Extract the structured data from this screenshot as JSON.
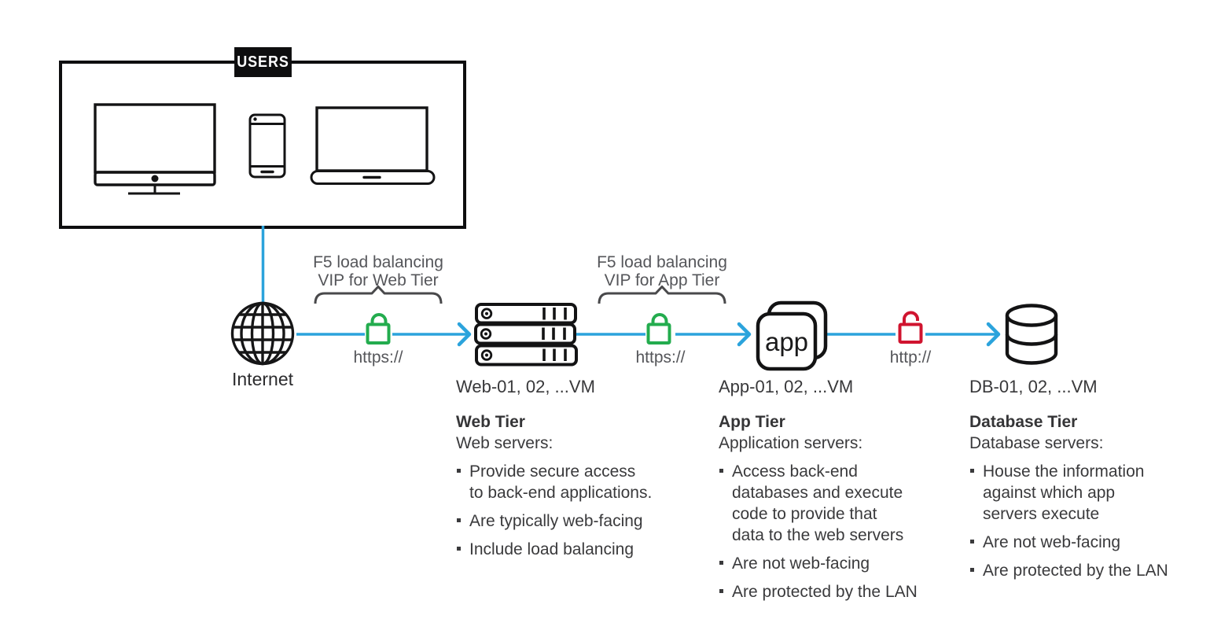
{
  "users": {
    "label": "USERS",
    "devices": [
      "desktop-monitor",
      "smartphone",
      "laptop"
    ]
  },
  "internet": {
    "label": "Internet"
  },
  "connections": [
    {
      "caption": "F5 load balancing\nVIP for Web Tier",
      "protocol": "https://",
      "secure": true
    },
    {
      "caption": "F5 load balancing\nVIP for App Tier",
      "protocol": "https://",
      "secure": true
    },
    {
      "caption": "",
      "protocol": "http://",
      "secure": false
    }
  ],
  "nodes": {
    "web": {
      "vm_label": "Web-01, 02, ...VM"
    },
    "app": {
      "vm_label": "App-01, 02, ...VM",
      "icon_text": "app"
    },
    "db": {
      "vm_label": "DB-01, 02, ...VM"
    }
  },
  "tiers": [
    {
      "title": "Web Tier",
      "subtitle": "Web servers:",
      "bullets": [
        "Provide secure access\nto back-end applications.",
        "Are typically web-facing",
        "Include load balancing"
      ]
    },
    {
      "title": "App Tier",
      "subtitle": "Application servers:",
      "bullets": [
        "Access back-end\ndatabases and execute\ncode to provide that\ndata to the web servers",
        "Are not web-facing",
        "Are protected by the LAN"
      ]
    },
    {
      "title": "Database Tier",
      "subtitle": "Database servers:",
      "bullets": [
        "House the information\nagainst which app\nservers execute",
        "Are not web-facing",
        "Are protected by the LAN"
      ]
    }
  ],
  "colors": {
    "flow_blue": "#2BA3DC",
    "lock_green": "#23AC4E",
    "lock_red": "#D0142F",
    "text_dark": "#3A3A3C",
    "text_gray": "#55565A",
    "line_black": "#131314",
    "background": "#FFFFFF"
  }
}
